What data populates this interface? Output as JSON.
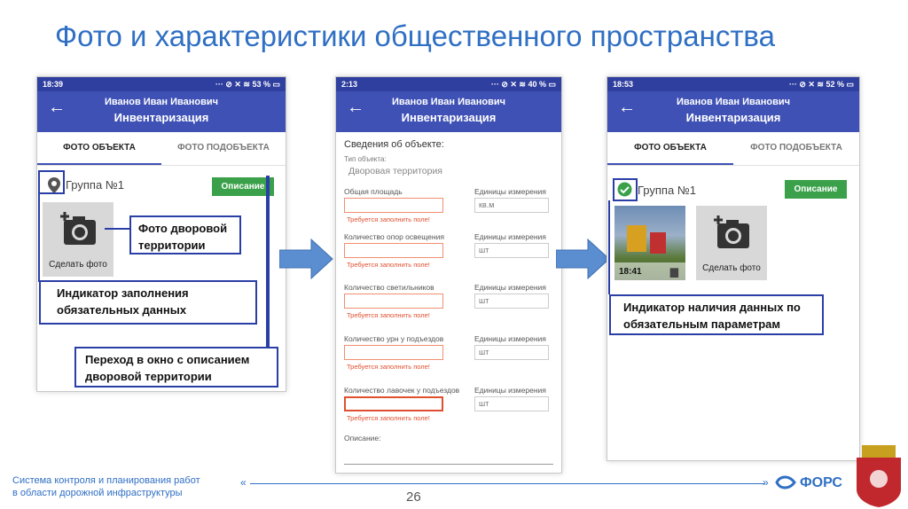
{
  "title": "Фото и характеристики общественного пространства",
  "phone1": {
    "time": "18:39",
    "status": "··· ⊘ ✕ ≋ 53 % ▭",
    "user": "Иванов Иван Иванович",
    "screen": "Инвентаризация",
    "tab1": "ФОТО ОБЪЕКТА",
    "tab2": "ФОТО ПОДОБЪЕКТА",
    "group": "Группа №1",
    "desc_btn": "Описание",
    "take_photo": "Сделать фото"
  },
  "phone2": {
    "time": "2:13",
    "status": "··· ⊘ ✕ ≋ 40 % ▭",
    "user": "Иванов Иван Иванович",
    "screen": "Инвентаризация",
    "section": "Сведения об объекте:",
    "type_label": "Тип объекта:",
    "type_value": "Дворовая территория",
    "fields": [
      {
        "label": "Общая площадь",
        "unit_label": "Единицы измерения",
        "unit": "кв.м",
        "req": "Требуется заполнить поле!"
      },
      {
        "label": "Количество опор освещения",
        "unit_label": "Единицы измерения",
        "unit": "шт",
        "req": "Требуется заполнить поле!"
      },
      {
        "label": "Количество светильников",
        "unit_label": "Единицы измерения",
        "unit": "шт",
        "req": "Требуется заполнить поле!"
      },
      {
        "label": "Количество урн у подъездов",
        "unit_label": "Единицы измерения",
        "unit": "шт",
        "req": "Требуется заполнить поле!"
      },
      {
        "label": "Количество лавочек у подъездов",
        "unit_label": "Единицы измерения",
        "unit": "шт",
        "req": "Требуется заполнить поле!"
      }
    ],
    "desc_label": "Описание:"
  },
  "phone3": {
    "time": "18:53",
    "status": "··· ⊘ ✕ ≋ 52 % ▭",
    "user": "Иванов Иван Иванович",
    "screen": "Инвентаризация",
    "tab1": "ФОТО ОБЪЕКТА",
    "tab2": "ФОТО ПОДОБЪЕКТА",
    "group": "Группа №1",
    "desc_btn": "Описание",
    "photo_time": "18:41",
    "take_photo": "Сделать фото"
  },
  "callouts": {
    "photo": "Фото дворовой территории",
    "indicator": "Индикатор заполнения обязательных данных",
    "transition": "Переход в окно с описанием дворовой территории",
    "indicator2": "Индикатор наличия данных по обязательным параметрам"
  },
  "footer": {
    "line1": "Система контроля и планирования работ",
    "line2": "в области дорожной инфраструктуры",
    "brand": "ФОРС",
    "page": "26"
  },
  "colors": {
    "accent": "#2f6fc4",
    "appbar": "#3f51b5",
    "green": "#3aa14a",
    "callout_border": "#2a3fa6",
    "required": "#e05030"
  }
}
